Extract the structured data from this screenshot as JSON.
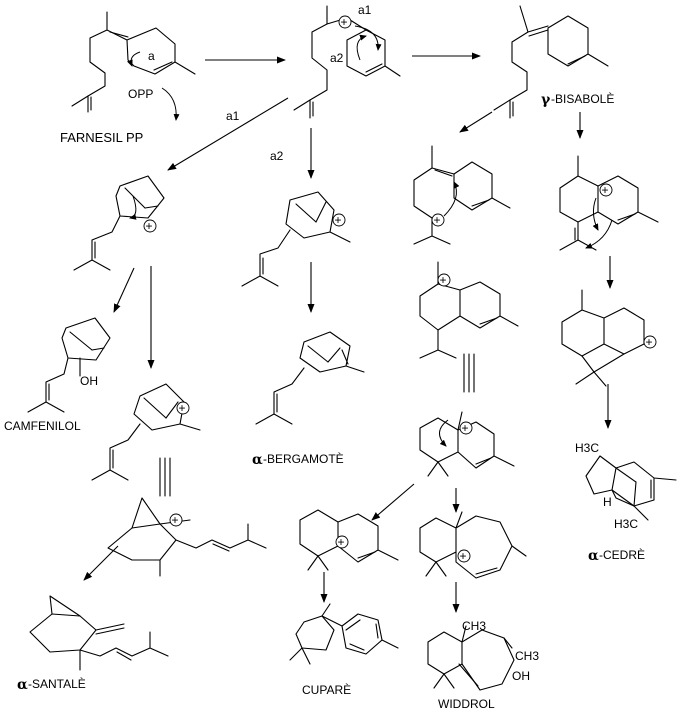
{
  "compounds": {
    "farnesil_pp": "FARNESIL PP",
    "opp": "OPP",
    "bisabolene": "-BISABOLÈ",
    "bisabolene_greek": "γ",
    "camfenilol": "CAMFENILOL",
    "oh": "OH",
    "bergamotene": "-BERGAMOTÈ",
    "bergamotene_greek": "α",
    "cedrene": "-CEDRÈ",
    "cedrene_greek": "α",
    "santalene": "-SANTALÈ",
    "santalene_greek": "α",
    "cuparene": "CUPARÈ",
    "widdrol": "WIDDROL",
    "h3c_1": "H3C",
    "h3c_2": "H3C",
    "h_label": "H",
    "ch3_top": "CH3",
    "ch3_right": "CH3",
    "oh_widdrol": "OH"
  },
  "pathways": {
    "a": "a",
    "a1_top": "a1",
    "a2_top": "a2",
    "a1_left": "a1",
    "a2_mid": "a2"
  },
  "symbols": {
    "cation": "+"
  }
}
